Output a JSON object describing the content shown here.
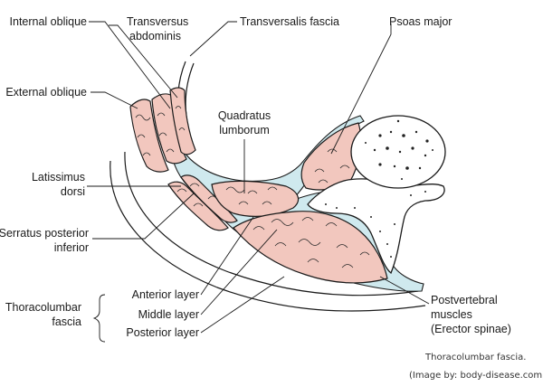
{
  "colors": {
    "muscle": "#f2c7be",
    "fascia": "#cfe9ee",
    "bone": "#ffffff",
    "line": "#1a1a1a"
  },
  "labels": {
    "internal_oblique": "Internal oblique",
    "transversus_abdominis_1": "Transversus",
    "transversus_abdominis_2": "abdominis",
    "transversalis_fascia": "Transversalis fascia",
    "psoas_major": "Psoas major",
    "external_oblique": "External oblique",
    "quadratus_lumborum_1": "Quadratus",
    "quadratus_lumborum_2": "lumborum",
    "latissimus_dorsi_1": "Latissimus",
    "latissimus_dorsi_2": "dorsi",
    "serratus_posterior_inferior_1": "Serratus posterior",
    "serratus_posterior_inferior_2": "inferior",
    "thoracolumbar_fascia_1": "Thoracolumbar",
    "thoracolumbar_fascia_2": "fascia",
    "anterior_layer": "Anterior layer",
    "middle_layer": "Middle layer",
    "posterior_layer": "Posterior layer",
    "postvertebral_muscles_1": "Postvertebral",
    "postvertebral_muscles_2": "muscles",
    "postvertebral_muscles_3": "(Erector spinae)"
  },
  "caption": {
    "line1": "Thoracolumbar fascia.",
    "line2": "(Image by: body-disease.com)"
  }
}
